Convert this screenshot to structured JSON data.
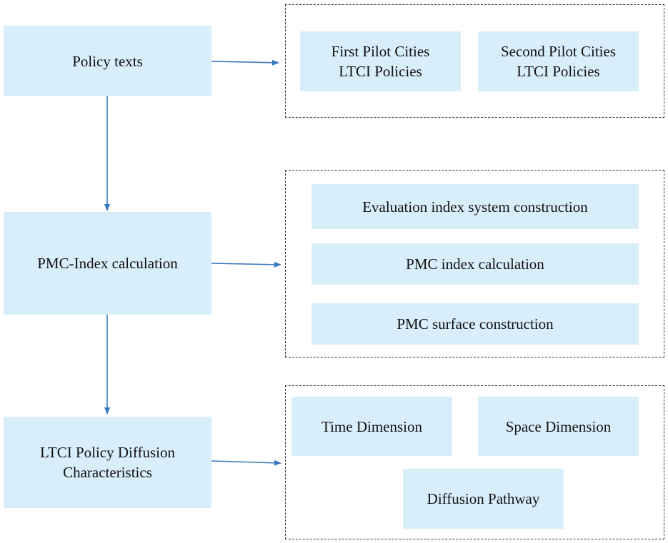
{
  "colors": {
    "box_fill": "#d9eefb",
    "arrow": "#3a78c2",
    "dash_border": "#333333"
  },
  "main_steps": [
    {
      "lines": [
        "Policy texts"
      ]
    },
    {
      "lines": [
        "PMC-Index calculation"
      ]
    },
    {
      "lines": [
        "LTCI Policy Diffusion",
        "Characteristics"
      ]
    }
  ],
  "groups": {
    "policy_texts": [
      {
        "lines": [
          "First Pilot Cities",
          "LTCI Policies"
        ]
      },
      {
        "lines": [
          "Second Pilot Cities",
          "LTCI Policies"
        ]
      }
    ],
    "pmc_index": [
      {
        "lines": [
          "Evaluation index system construction"
        ]
      },
      {
        "lines": [
          "PMC index calculation"
        ]
      },
      {
        "lines": [
          "PMC surface construction"
        ]
      }
    ],
    "diffusion": [
      {
        "lines": [
          "Time Dimension"
        ]
      },
      {
        "lines": [
          "Space Dimension"
        ]
      },
      {
        "lines": [
          "Diffusion Pathway"
        ]
      }
    ]
  }
}
